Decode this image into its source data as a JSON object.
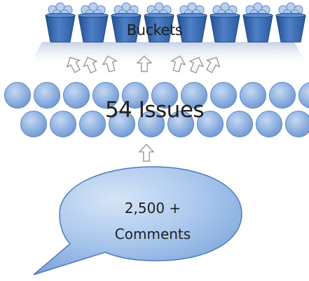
{
  "diagram": {
    "buckets": {
      "label": "Buckets",
      "count": 8
    },
    "issues": {
      "label": "54 Issues",
      "row_counts": [
        11,
        10
      ]
    },
    "comments": {
      "line1": "2,500 +",
      "line2": "Comments"
    },
    "arrows_to_buckets": 7,
    "arrows_to_issues": 1,
    "colors": {
      "circle_fill": "#8fb1e0",
      "circle_edge": "#5a86c8",
      "bucket_fill": "#3c6bb6",
      "bucket_dark": "#22508f",
      "bubble_fill": "#a9c7ec",
      "bubble_edge": "#4f79b8",
      "arrow_stroke": "#8a8a8a"
    }
  }
}
